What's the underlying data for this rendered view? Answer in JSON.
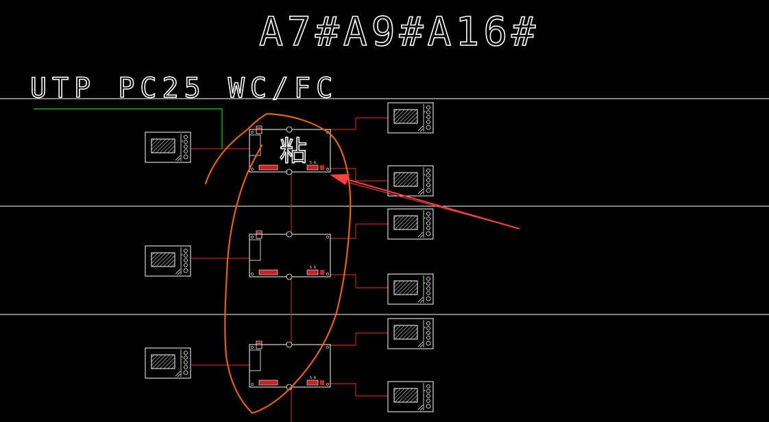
{
  "labels": {
    "title": "A7#A9#A16#",
    "cable_spec": "UTP PC25 WC/FC",
    "box_label": "粘"
  },
  "colors": {
    "background": "#000000",
    "lines": "#ffffff",
    "cable": "#cc1f1f",
    "feed": "#00e000",
    "annotation_loop": "#e8620e",
    "annotation_arrow": "#ff4040"
  },
  "icons": [
    "monitor-icon",
    "switch-box"
  ]
}
